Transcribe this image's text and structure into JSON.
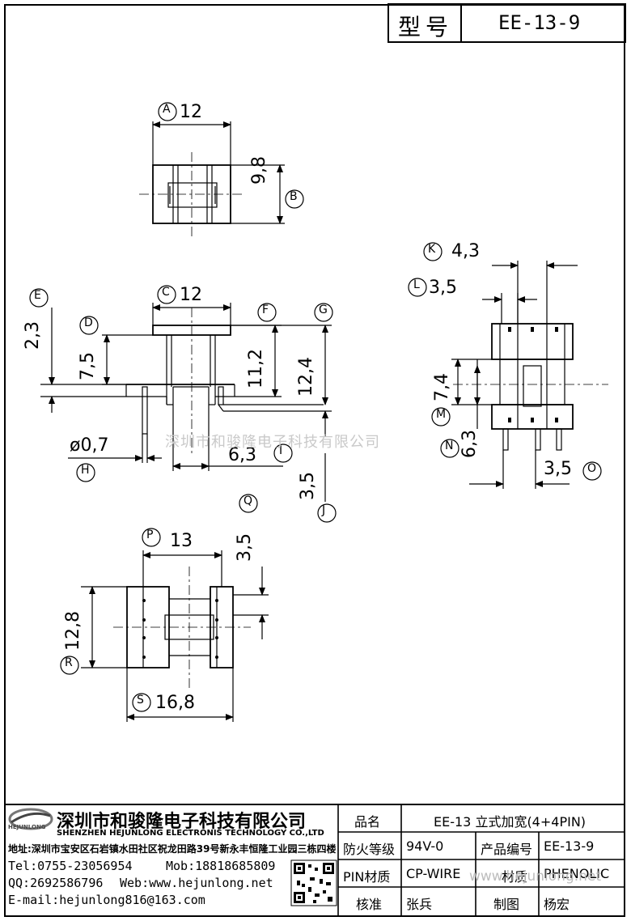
{
  "title": {
    "model_label": "型号",
    "model_value": "EE-13-9"
  },
  "views": {
    "top": {
      "A": {
        "label": "A",
        "value": "12"
      },
      "B": {
        "label": "B",
        "value": "9,8"
      }
    },
    "front": {
      "C": {
        "label": "C",
        "value": "12"
      },
      "D": {
        "label": "D",
        "value": "7,5"
      },
      "E": {
        "label": "E",
        "value": "2,3"
      },
      "F": {
        "label": "F",
        "value": "11,2"
      },
      "G": {
        "label": "G",
        "value": "12,4"
      },
      "H": {
        "label": "H",
        "value": "ø0,7"
      },
      "I": {
        "label": "I",
        "value": "6,3"
      },
      "J": {
        "label": "J",
        "value": "3,5"
      }
    },
    "side": {
      "K": {
        "label": "K",
        "value": "4,3"
      },
      "L": {
        "label": "L",
        "value": "3,5"
      },
      "M": {
        "label": "M",
        "value": "7,4"
      },
      "N": {
        "label": "N",
        "value": "6,3"
      },
      "O": {
        "label": "O",
        "value": "3,5"
      }
    },
    "bottom": {
      "P": {
        "label": "P",
        "value": "13"
      },
      "Q": {
        "label": "Q",
        "value": "3,5"
      },
      "R": {
        "label": "R",
        "value": "12,8"
      },
      "S": {
        "label": "S",
        "value": "16,8"
      }
    }
  },
  "watermark": "深圳市和骏隆电子科技有限公司",
  "watermark_url": "www.hejunlong.net",
  "company": {
    "logo_text": "HEJUNLONG",
    "name_cn": "深圳市和骏隆电子科技有限公司",
    "name_en": "SHENZHEN HEJUNLONG ELECTRONIS TECHNOLOGY CO.,LTD",
    "address": "地址:深圳市宝安区石岩镇水田社区祝龙田路39号新永丰恒隆工业园三栋四楼",
    "tel": "Tel:0755-23056954",
    "mob": "Mob:18818685809",
    "qq": "QQ:2692586796",
    "web": "Web:www.hejunlong.net",
    "email": "E-mail:hejunlong816@163.com"
  },
  "table": {
    "product_name_label": "品名",
    "product_name_value": "EE-13 立式加宽(4+4PIN)",
    "fire_label": "防火等级",
    "fire_value": "94V-0",
    "code_label": "产品编号",
    "code_value": "EE-13-9",
    "pin_label": "PIN材质",
    "pin_value": "CP-WIRE",
    "material_label": "材质",
    "material_value": "PHENOLIC",
    "check_label": "核准",
    "check_value": "张兵",
    "draw_label": "制图",
    "draw_value": "杨宏"
  }
}
